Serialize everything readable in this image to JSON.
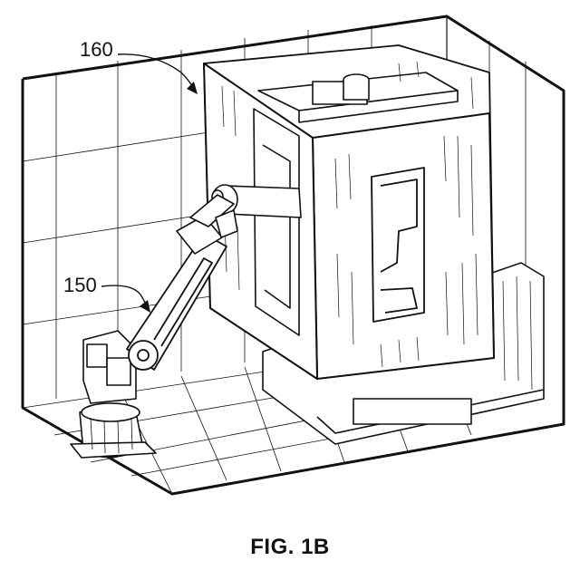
{
  "figure": {
    "caption": "FIG. 1B",
    "labels": {
      "machine_ref": "160",
      "robot_ref": "150"
    }
  }
}
